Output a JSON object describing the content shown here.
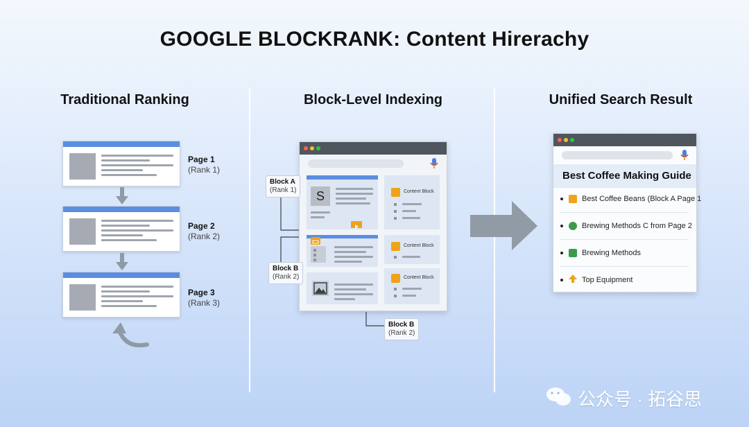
{
  "title": "GOOGLE BLOCKRANK: Content Hirerachy",
  "columns": {
    "traditional": "Traditional Ranking",
    "block_level": "Block-Level Indexing",
    "unified": "Unified Search Result"
  },
  "pages": [
    {
      "name": "Page 1",
      "rank": "(Rank 1)"
    },
    {
      "name": "Page 2",
      "rank": "(Rank 2)"
    },
    {
      "name": "Page 3",
      "rank": "(Rank 3)"
    }
  ],
  "blocks": {
    "block_a": {
      "name": "Block A",
      "rank": "(Rank 1)"
    },
    "block_b_left": {
      "name": "Block B",
      "rank": "(Rank 2)"
    },
    "block_b_bottom": {
      "name": "Block B",
      "rank": "(Rank 2)"
    },
    "content_block_label": "Content Block",
    "s_glyph": "S"
  },
  "result": {
    "heading": "Best Coffee Making Guide",
    "items": [
      {
        "text": "Best Coffee Beans (Block A Page 1",
        "icon": "coffee-cup-icon",
        "color": "#f0a21a"
      },
      {
        "text": "Brewing Methods C from Page 2",
        "icon": "list-icon",
        "color": "#3b9b4a"
      },
      {
        "text": "Brewing Methods",
        "icon": "chart-icon",
        "color": "#3b9b4a"
      },
      {
        "text": "Top Equipment",
        "icon": "arrow-up-icon",
        "color": "#f0a21a"
      }
    ]
  },
  "watermark": "公众号 · 拓谷思",
  "colors": {
    "accent_blue": "#5b8de0",
    "orange": "#f0a21a",
    "arrow_gray": "#8e9aa6"
  }
}
